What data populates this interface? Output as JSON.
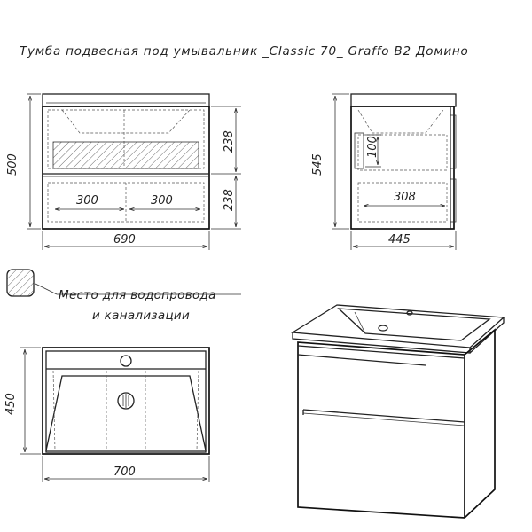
{
  "title": "Тумба подвесная под умывальник _Classic 70_ Graffo B2 Домино",
  "front_view": {
    "height_label": "500",
    "drawer_upper_label": "238",
    "drawer_lower_label": "238",
    "inner_left_label": "300",
    "inner_right_label": "300",
    "width_label": "690"
  },
  "side_view": {
    "height_label": "545",
    "cutout_label": "100",
    "inner_depth_label": "308",
    "depth_label": "445"
  },
  "legend": {
    "line1": "Место для водопровода",
    "line2": "и канализации"
  },
  "top_view": {
    "depth_label": "450",
    "width_label": "700"
  },
  "colors": {
    "line": "#222222",
    "background": "#ffffff"
  }
}
